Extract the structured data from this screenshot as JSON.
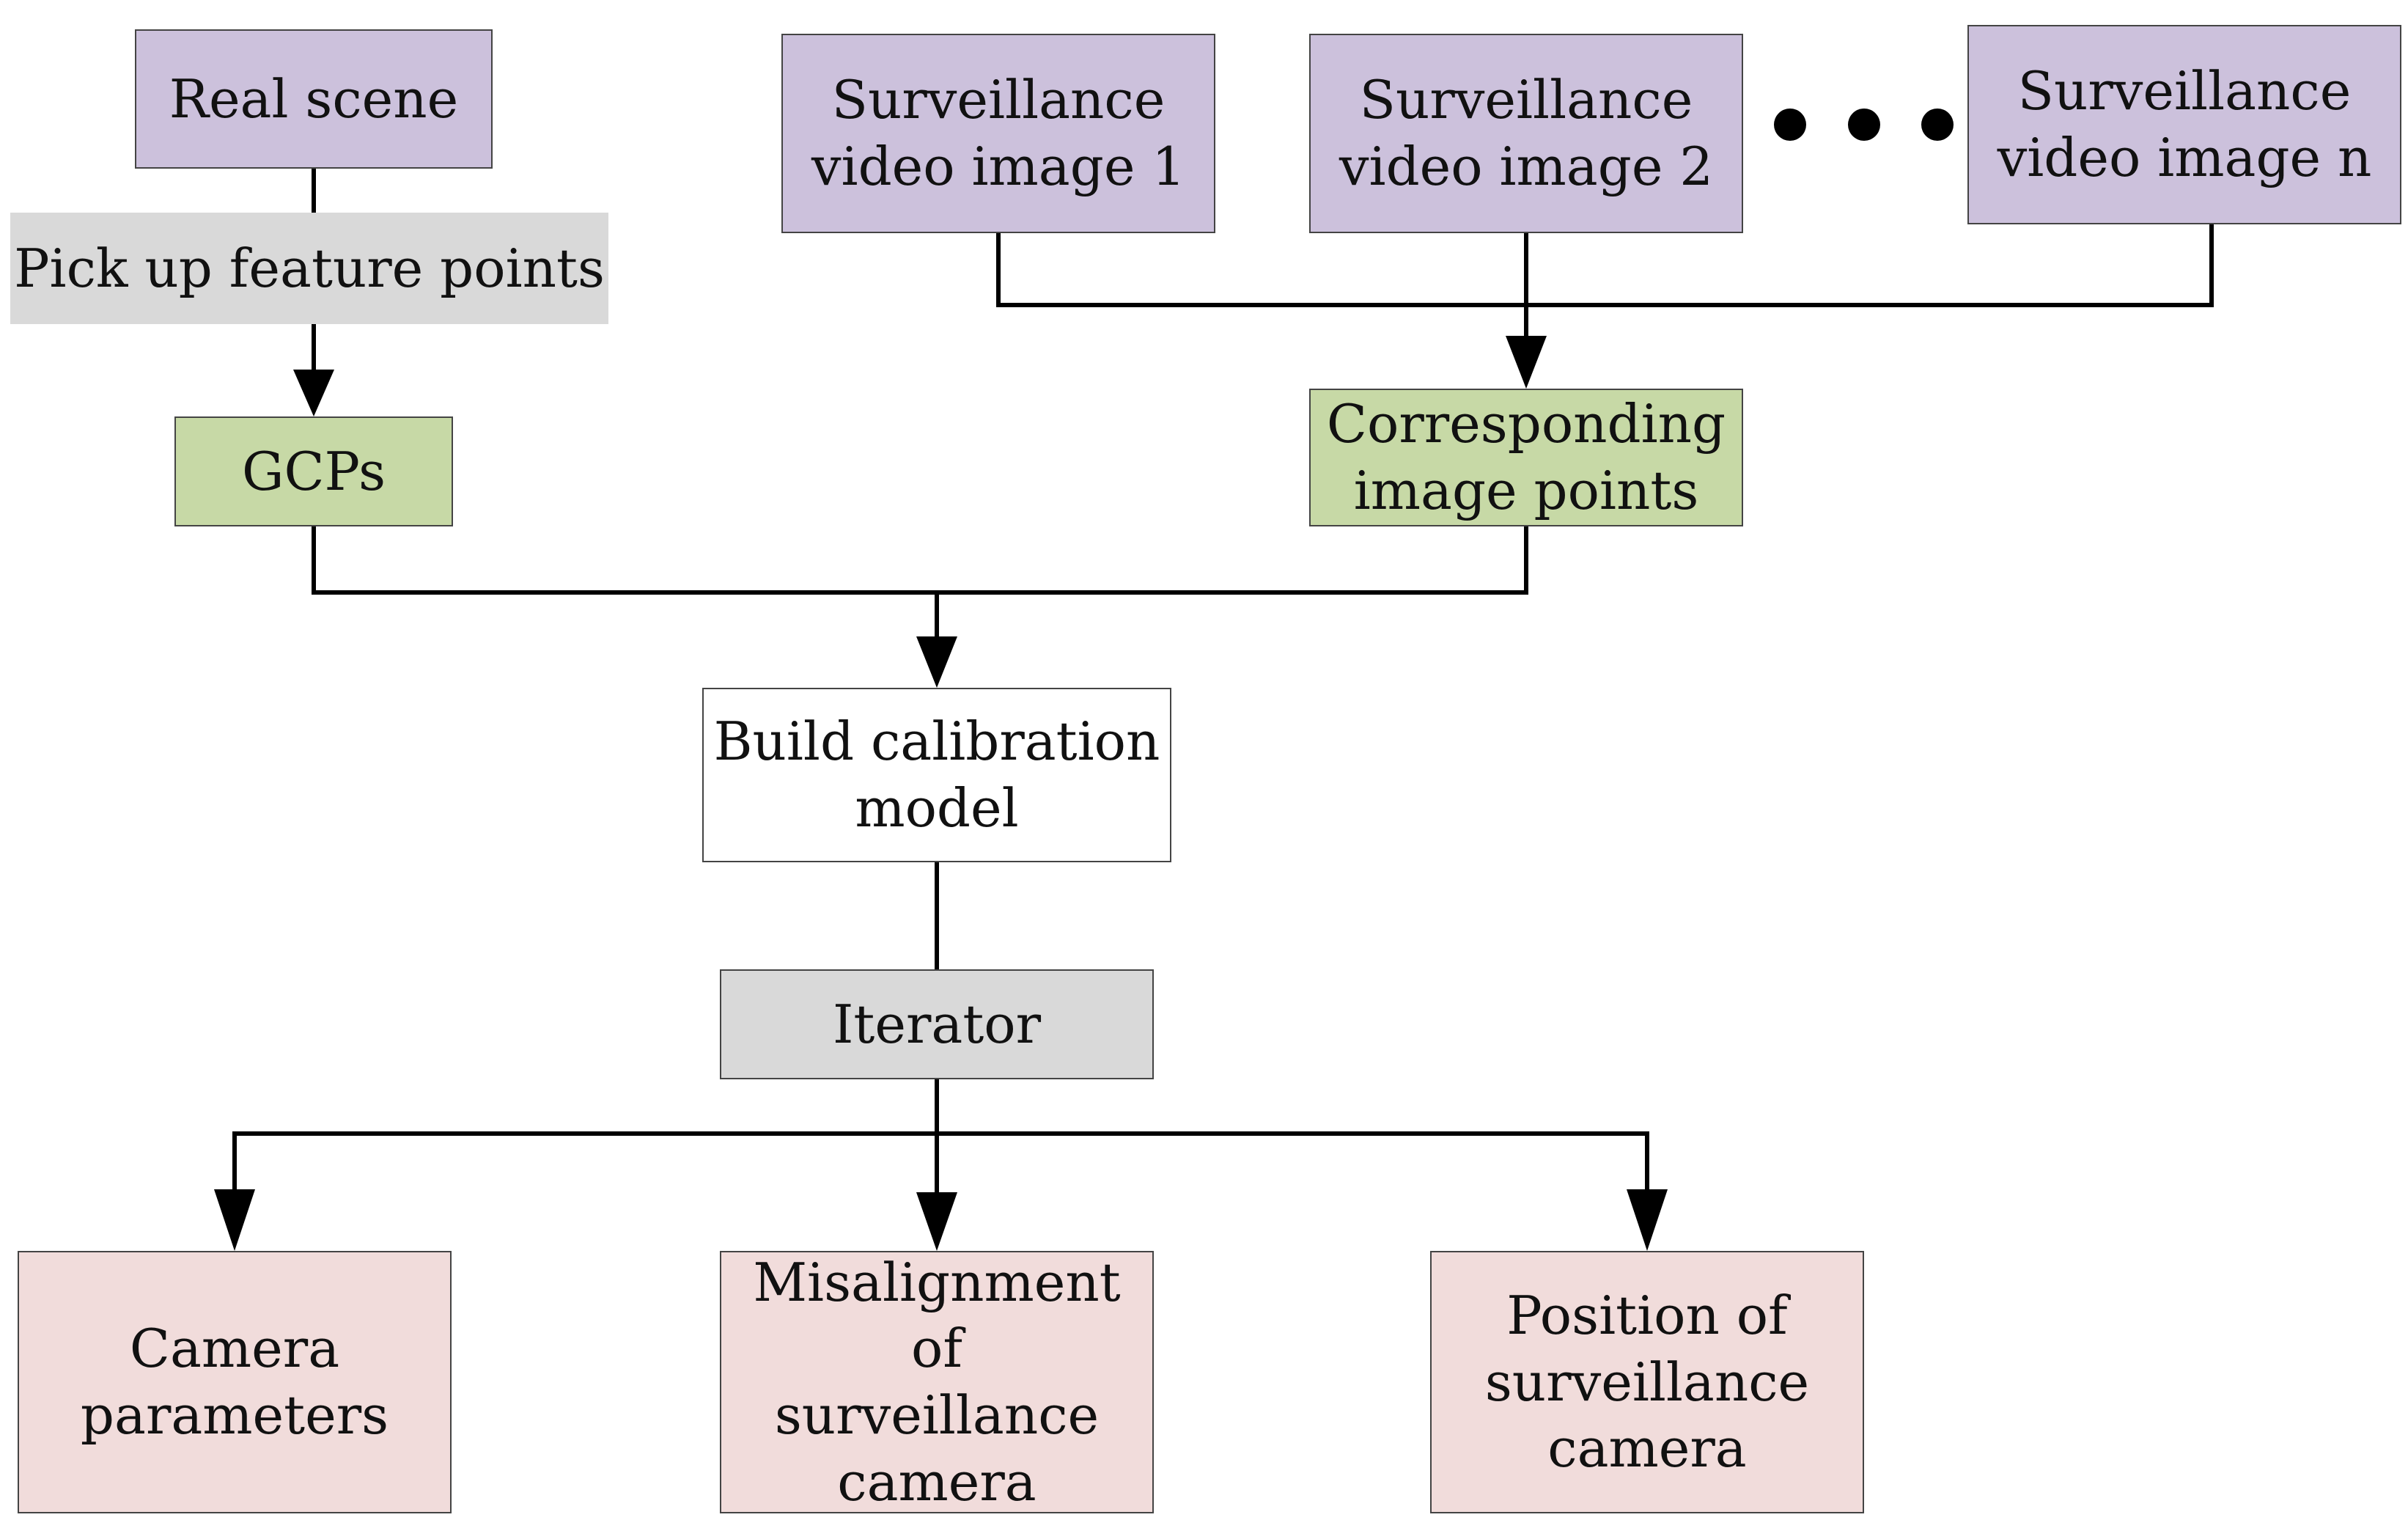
{
  "nodes": {
    "real_scene": "Real scene",
    "pick_up_feature_points": "Pick up feature points",
    "gcps": "GCPs",
    "surveillance_image_1": [
      "Surveillance",
      "video image 1"
    ],
    "surveillance_image_2": [
      "Surveillance",
      "video image 2"
    ],
    "surveillance_image_n": [
      "Surveillance",
      "video image n"
    ],
    "corresponding_image_points": [
      "Corresponding",
      "image points"
    ],
    "build_calibration_model": [
      "Build calibration",
      "model"
    ],
    "iterator": "Iterator",
    "camera_parameters": [
      "Camera",
      "parameters"
    ],
    "misalignment": [
      "Misalignment of",
      "surveillance",
      "camera"
    ],
    "position": [
      "Position of",
      "surveillance",
      "camera"
    ]
  },
  "colors": {
    "input": "#ccc1dc",
    "process": "#d9d9d9",
    "points": "#c7d9a6",
    "model": "#ffffff",
    "output": "#f1dcdb",
    "line": "#000000"
  }
}
